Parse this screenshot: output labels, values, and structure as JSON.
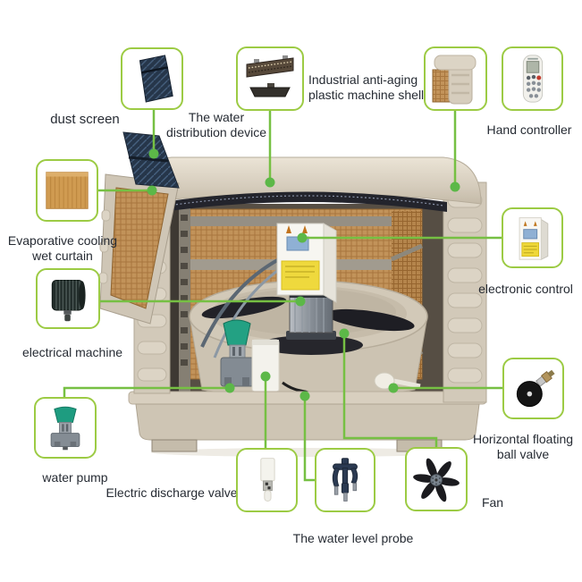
{
  "colors": {
    "connector_green": "#76C043",
    "dot_green": "#5CB848",
    "box_border_green": "#9CCB44",
    "label_text": "#262B33",
    "machine_beige": "#D5CCBC",
    "cooling_pad_tan": "#C8985A",
    "background": "#FFFFFF"
  },
  "callouts": [
    {
      "id": "dust-screen",
      "icon": "dust-screen-icon",
      "lines": [
        "dust screen"
      ]
    },
    {
      "id": "water-distribution-device",
      "icon": "water-distribution-icon",
      "lines": [
        "The water",
        "distribution device"
      ]
    },
    {
      "id": "machine-shell",
      "icon": "machine-shell-corner-icon",
      "lines": [
        "Industrial anti-aging",
        "plastic machine shell"
      ]
    },
    {
      "id": "hand-controller",
      "icon": "hand-controller-icon",
      "lines": [
        "Hand controller"
      ]
    },
    {
      "id": "wet-curtain",
      "icon": "wet-curtain-icon",
      "lines": [
        "Evaporative cooling",
        "wet curtain"
      ]
    },
    {
      "id": "electronic-control",
      "icon": "electronic-control-icon",
      "lines": [
        "electronic control"
      ]
    },
    {
      "id": "electrical-machine",
      "icon": "electric-motor-icon",
      "lines": [
        "electrical machine"
      ]
    },
    {
      "id": "water-pump",
      "icon": "water-pump-icon",
      "lines": [
        "water pump"
      ]
    },
    {
      "id": "electric-discharge-valve",
      "icon": "discharge-valve-icon",
      "lines": [
        "Electric discharge valve"
      ]
    },
    {
      "id": "water-level-probe",
      "icon": "water-level-probe-icon",
      "lines": [
        "The water level probe"
      ]
    },
    {
      "id": "fan",
      "icon": "fan-icon",
      "lines": [
        "Fan"
      ]
    },
    {
      "id": "ball-valve",
      "icon": "ball-valve-icon",
      "lines": [
        "Horizontal floating",
        "ball valve"
      ]
    }
  ]
}
